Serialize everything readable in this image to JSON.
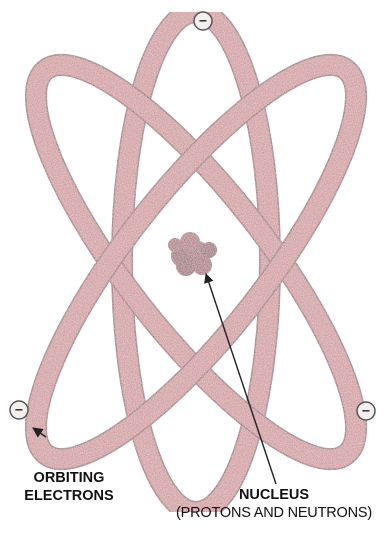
{
  "diagram": {
    "labels": {
      "electrons_line1": "ORBITING",
      "electrons_line2": "ELECTRONS",
      "nucleus_line1": "NUCLEUS",
      "nucleus_line2": "(PROTONS AND NEUTRONS)"
    },
    "electron_symbol": "−",
    "colors": {
      "orbit_fill": "#c9848a",
      "orbit_edge": "#8a4a52",
      "nucleus": "#8f4a55",
      "electron_fill": "#f4eeee",
      "arrow": "#222222",
      "text": "#111111"
    }
  }
}
